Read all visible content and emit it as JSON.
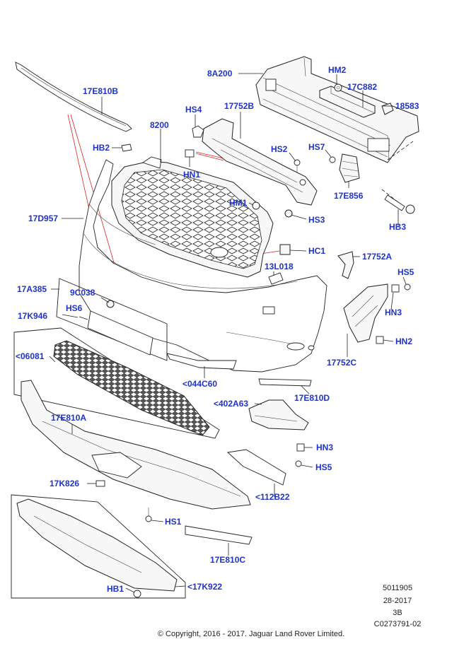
{
  "labels": {
    "p17E810B": "17E810B",
    "p8A200": "8A200",
    "pHM2": "HM2",
    "p17C882": "17C882",
    "p18583": "18583",
    "pHS4": "HS4",
    "p17752B": "17752B",
    "p8200": "8200",
    "pHB2": "HB2",
    "pHS2": "HS2",
    "pHS7": "HS7",
    "pHN1": "HN1",
    "p17E856": "17E856",
    "pHM1": "HM1",
    "pHS3": "HS3",
    "p17D957": "17D957",
    "pHB3": "HB3",
    "pHC1": "HC1",
    "p17752A": "17752A",
    "p13L018": "13L018",
    "pHS5a": "HS5",
    "p17A385": "17A385",
    "p9C038": "9C038",
    "pHN3a": "HN3",
    "pHS6": "HS6",
    "p17K946": "17K946",
    "pHN2": "HN2",
    "p06081": "<06081",
    "p17752C": "17752C",
    "p044C60": "<044C60",
    "p17E810D": "17E810D",
    "p402A63": "<402A63",
    "p17E810A": "17E810A",
    "pHN3b": "HN3",
    "pHS5b": "HS5",
    "p17K826": "17K826",
    "p112B22": "<112B22",
    "pHS1": "HS1",
    "p17E810C": "17E810C",
    "pHB1": "HB1",
    "p17K922": "<17K922"
  },
  "footer": {
    "ref_number": "5011905",
    "date_code": "28-2017",
    "sheet": "3B",
    "drawing_id": "C0273791-02",
    "copyright": "© Copyright, 2016 - 2017. Jaguar Land Rover Limited."
  }
}
